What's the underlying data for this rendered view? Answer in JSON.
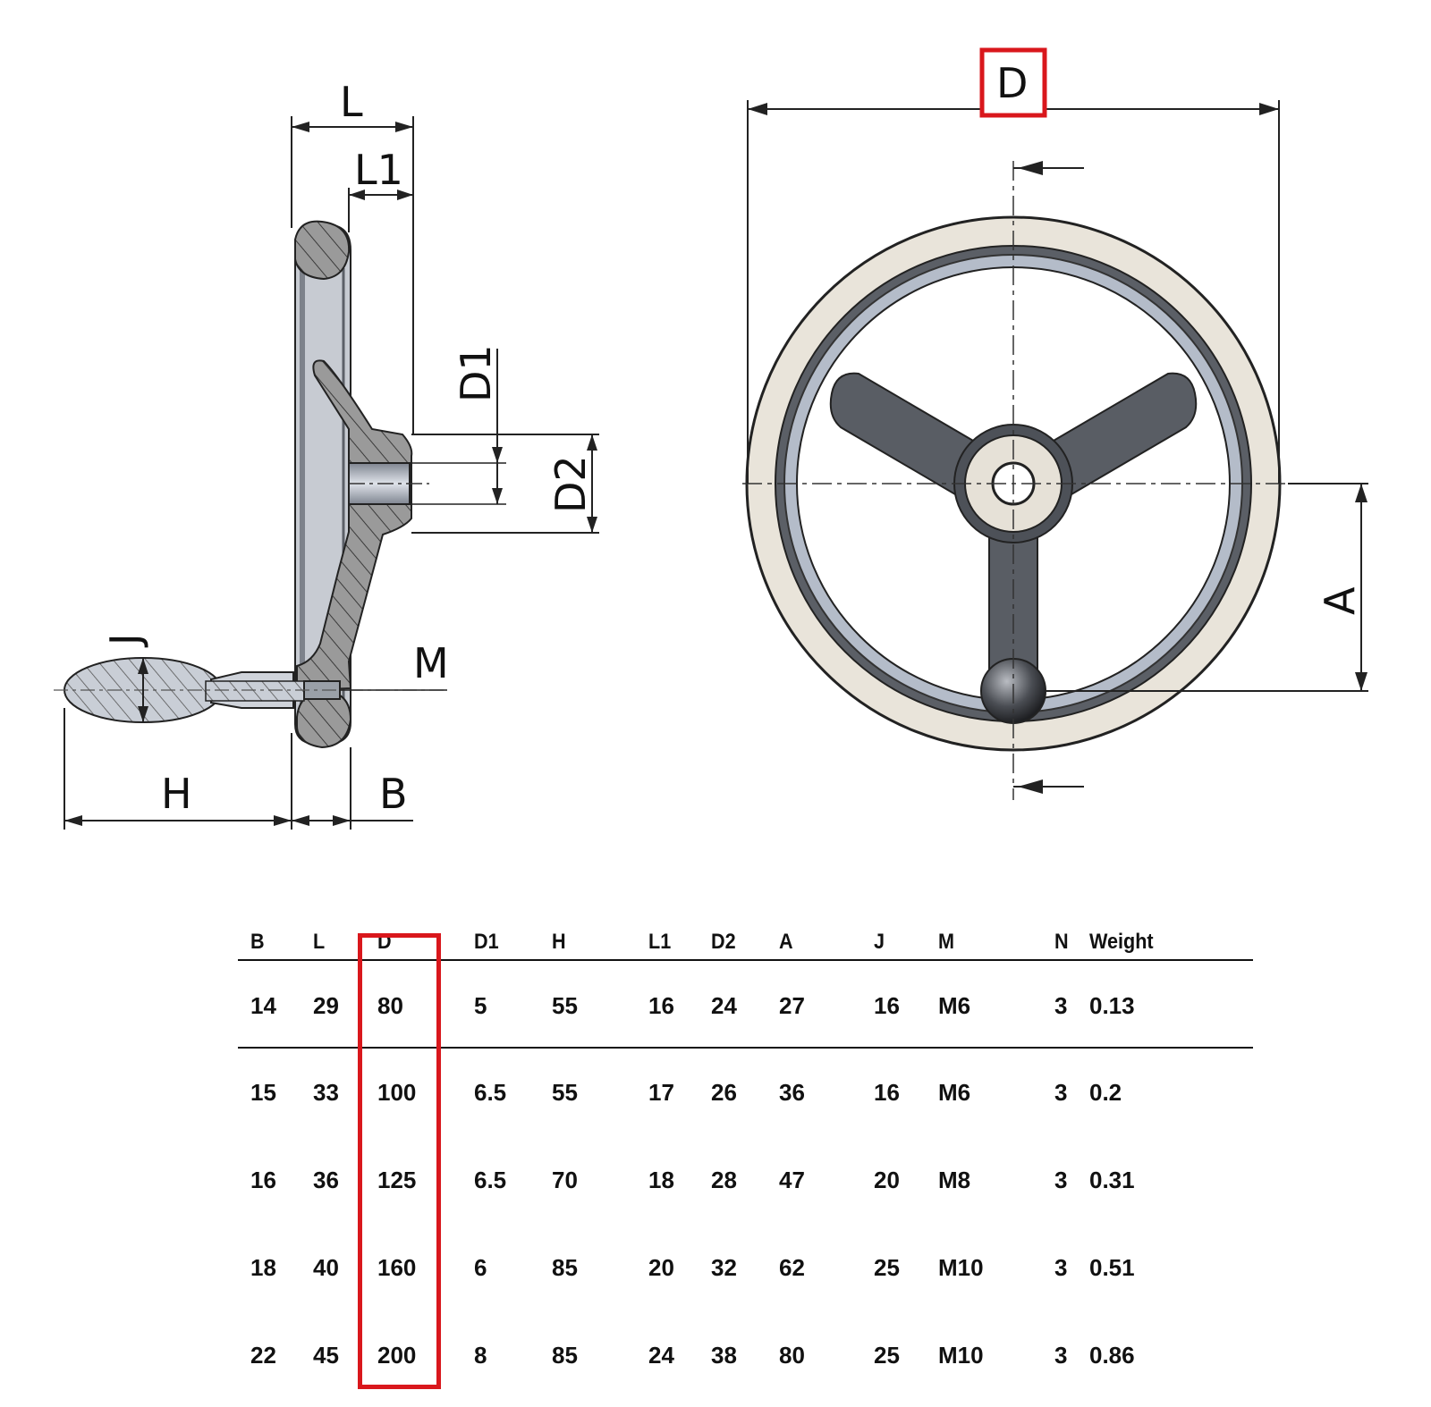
{
  "drawing": {
    "side_view_labels": {
      "L": "L",
      "L1": "L1",
      "D1": "D1",
      "D2": "D2",
      "J": "J",
      "M": "M",
      "H": "H",
      "B": "B"
    },
    "front_view_labels": {
      "D": "D",
      "A": "A"
    },
    "highlight_color": "#d9171c"
  },
  "table": {
    "columns": [
      "B",
      "L",
      "D",
      "D1",
      "H",
      "L1",
      "D2",
      "A",
      "J",
      "M",
      "N",
      "Weight"
    ],
    "rows": [
      [
        "14",
        "29",
        "80",
        "5",
        "55",
        "16",
        "24",
        "27",
        "16",
        "M6",
        "3",
        "0.13"
      ],
      [
        "15",
        "33",
        "100",
        "6.5",
        "55",
        "17",
        "26",
        "36",
        "16",
        "M6",
        "3",
        "0.2"
      ],
      [
        "16",
        "36",
        "125",
        "6.5",
        "70",
        "18",
        "28",
        "47",
        "20",
        "M8",
        "3",
        "0.31"
      ],
      [
        "18",
        "40",
        "160",
        "6",
        "85",
        "20",
        "32",
        "62",
        "25",
        "M10",
        "3",
        "0.51"
      ],
      [
        "22",
        "45",
        "200",
        "8",
        "85",
        "24",
        "38",
        "80",
        "25",
        "M10",
        "3",
        "0.86"
      ]
    ],
    "highlighted_column": "D"
  }
}
